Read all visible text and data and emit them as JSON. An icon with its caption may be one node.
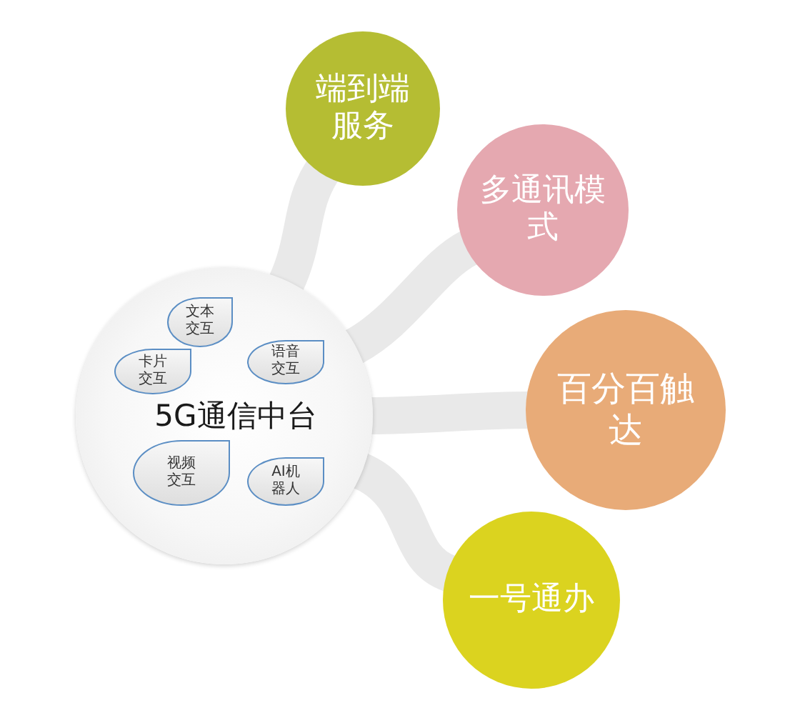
{
  "diagram": {
    "nodes": [
      {
        "text": [
          "5G通信中台"
        ]
      },
      {
        "text": [
          "文本交互"
        ],
        "in": 0
      },
      {
        "text": [
          "卡片交互"
        ],
        "in": 0
      },
      {
        "text": [
          "语音交互"
        ],
        "in": 0
      },
      {
        "text": [
          "视频交互"
        ],
        "in": 0
      },
      {
        "text": [
          "AI机器人"
        ],
        "in": 0
      },
      {
        "text": [
          "端到端服务"
        ]
      },
      {
        "text": [
          "多通讯模式"
        ]
      },
      {
        "text": [
          "百分百触达"
        ]
      },
      {
        "text": [
          "一号通办"
        ]
      }
    ],
    "edges": [
      {
        "from": 0,
        "to": 6,
        "arrow": "none"
      },
      {
        "from": 0,
        "to": 7,
        "arrow": "none"
      },
      {
        "from": 0,
        "to": 8,
        "arrow": "none"
      },
      {
        "from": 0,
        "to": 9,
        "arrow": "none"
      }
    ]
  }
}
